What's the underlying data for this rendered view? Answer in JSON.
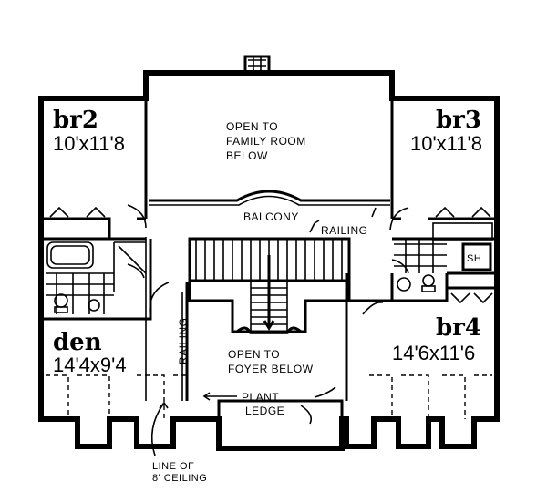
{
  "rooms": {
    "br2": {
      "name": "br2",
      "size": "10'x11'8"
    },
    "br3": {
      "name": "br3",
      "size": "10'x11'8"
    },
    "br4": {
      "name": "br4",
      "size": "14'6x11'6"
    },
    "den": {
      "name": "den",
      "size": "14'4x9'4"
    }
  },
  "labels": {
    "open_family_1": "OPEN TO",
    "open_family_2": "FAMILY ROOM",
    "open_family_3": "BELOW",
    "balcony": "BALCONY",
    "railing_right": "RAILING",
    "railing_left": "RAILING",
    "open_foyer_1": "OPEN TO",
    "open_foyer_2": "FOYER BELOW",
    "plant_1": "PLANT",
    "plant_2": "LEDGE",
    "sh": "SH",
    "line_1": "LINE OF",
    "line_2": "8' CEILING"
  }
}
